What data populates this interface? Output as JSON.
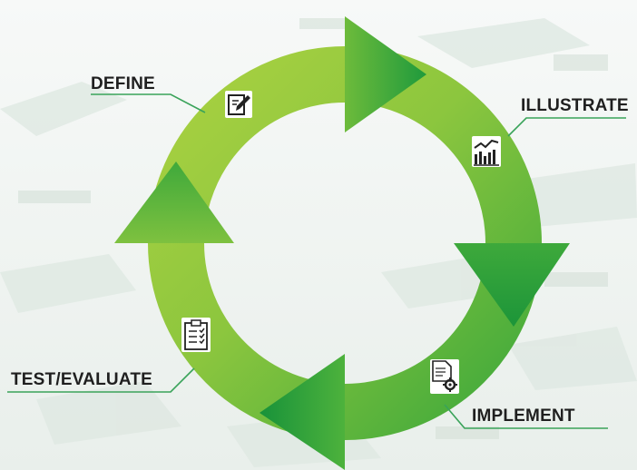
{
  "diagram": {
    "stages": [
      {
        "label": "DEFINE",
        "icon": "edit-document-icon"
      },
      {
        "label": "ILLUSTRATE",
        "icon": "bar-chart-trend-icon"
      },
      {
        "label": "IMPLEMENT",
        "icon": "document-gear-icon"
      },
      {
        "label": "TEST/EVALUATE",
        "icon": "clipboard-checklist-icon"
      }
    ],
    "colors": {
      "ring_light": "#a9d141",
      "ring_mid": "#6dbb3b",
      "ring_dark": "#1f9a3c",
      "leader_line": "#3aa35a",
      "label_text": "#1f1f1f",
      "background": "#f3f6f4"
    }
  }
}
